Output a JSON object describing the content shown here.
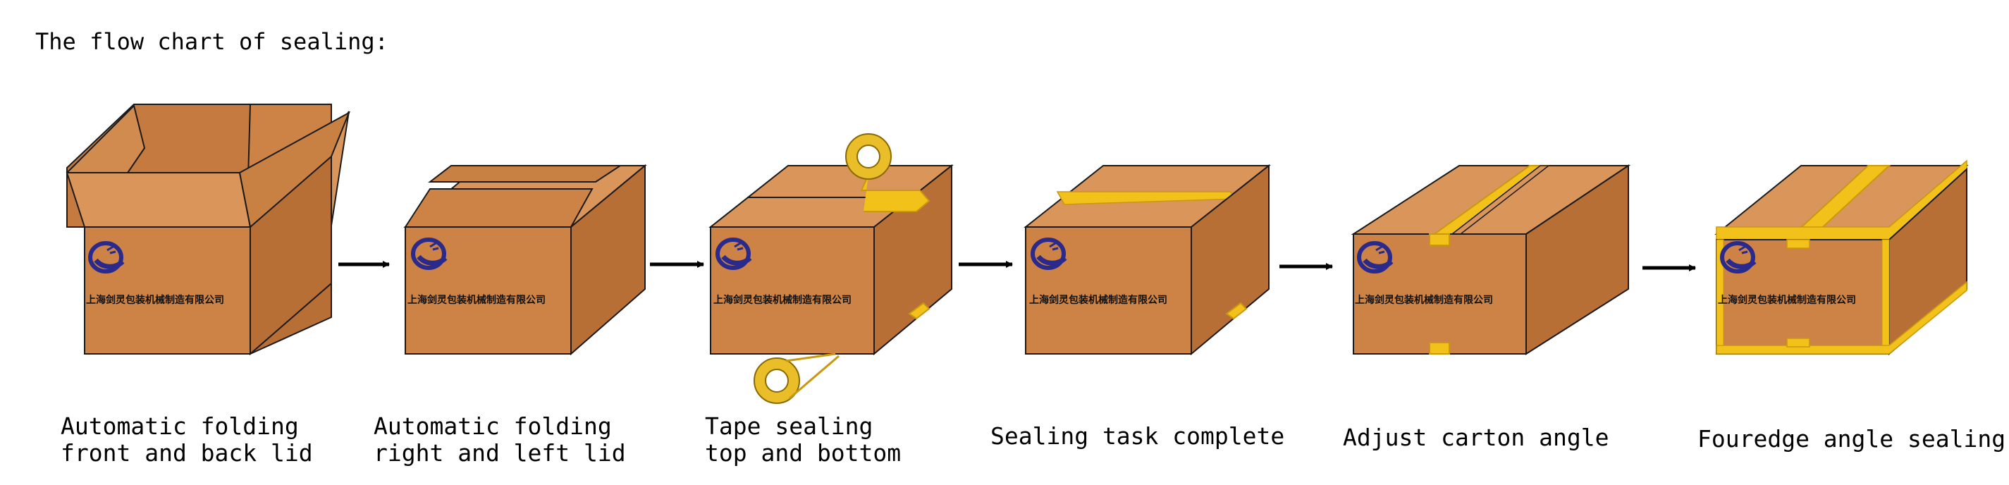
{
  "title": "The flow chart of sealing:",
  "colors": {
    "carton": "#CD8246",
    "tape": "#F2C21A",
    "tape_dark": "#C9980F",
    "logo": "#2A2A8C",
    "stroke": "#1a1a1a"
  },
  "company_text": "上海剑灵包装机械制造有限公司",
  "steps": [
    {
      "lines": [
        "Automatic folding",
        "front and back lid"
      ]
    },
    {
      "lines": [
        "Automatic folding",
        "right and left lid"
      ]
    },
    {
      "lines": [
        "Tape sealing",
        "top and bottom"
      ]
    },
    {
      "lines": [
        "Sealing task complete"
      ]
    },
    {
      "lines": [
        "Adjust carton angle"
      ]
    },
    {
      "lines": [
        "Fouredge angle sealing"
      ]
    }
  ]
}
